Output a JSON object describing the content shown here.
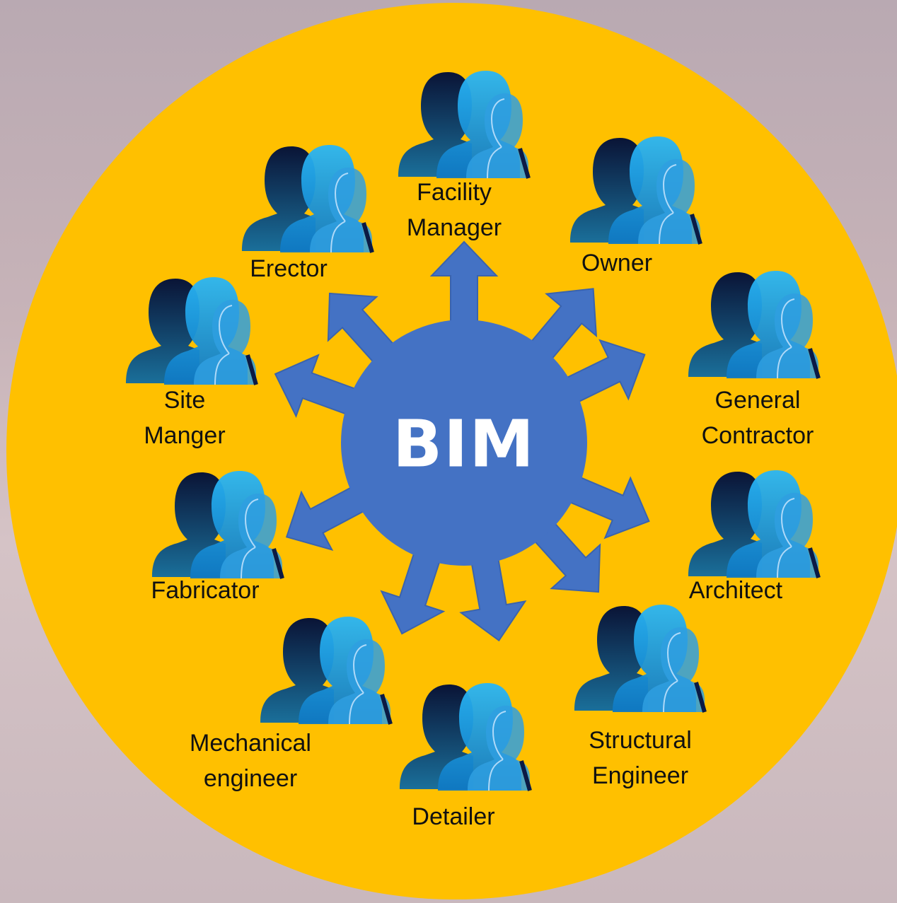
{
  "diagram": {
    "hub": {
      "label": "BIM",
      "color": "#4472c4"
    },
    "colors": {
      "circle": "#ffc000",
      "arrow": "#4472c4",
      "person_dark": "#0b1a44",
      "person_light": "#1ea3ea"
    },
    "stakeholders": [
      {
        "id": "facility-manager",
        "lines": [
          "Facility",
          "Manager"
        ]
      },
      {
        "id": "owner",
        "lines": [
          "Owner"
        ]
      },
      {
        "id": "general-contractor",
        "lines": [
          "General",
          "Contractor"
        ]
      },
      {
        "id": "architect",
        "lines": [
          "Architect"
        ]
      },
      {
        "id": "structural-engineer",
        "lines": [
          "Structural",
          "Engineer"
        ]
      },
      {
        "id": "detailer",
        "lines": [
          "Detailer"
        ]
      },
      {
        "id": "mechanical-engineer",
        "lines": [
          "Mechanical",
          "engineer"
        ]
      },
      {
        "id": "fabricator",
        "lines": [
          "Fabricator"
        ]
      },
      {
        "id": "site-manger",
        "lines": [
          "Site",
          "Manger"
        ]
      },
      {
        "id": "erector",
        "lines": [
          "Erector"
        ]
      }
    ]
  }
}
